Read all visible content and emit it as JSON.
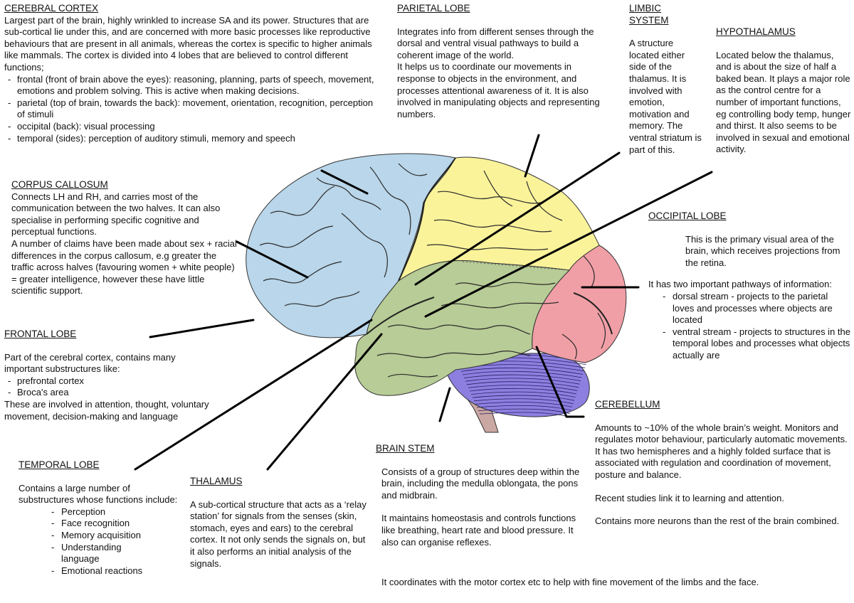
{
  "colors": {
    "frontal": "#b9d6ea",
    "parietal": "#fbf39a",
    "temporal": "#b7cc96",
    "occipital": "#f19fa6",
    "cerebellum": "#8c7fe0",
    "brainstem": "#c9a7a3",
    "sulcus": "#2b2b2b",
    "pointer": "#000000"
  },
  "cerebral_cortex": {
    "title": "CEREBRAL CORTEX",
    "paragraph": "Largest part of the brain, highly wrinkled to increase SA and its power. Structures that are sub-cortical lie under this, and are concerned with more basic processes like reproductive behaviours that are present in all animals, whereas the cortex is specific to higher animals like mammals. The cortex is divided into 4 lobes that are believed to control different functions;",
    "items": [
      "frontal (front of brain above the eyes): reasoning, planning, parts of speech, movement, emotions and problem solving. This is active when making decisions.",
      "parietal (top of brain, towards the back): movement, orientation, recognition, perception of stimuli",
      "occipital (back): visual processing",
      "temporal (sides): perception of auditory stimuli, memory and speech"
    ]
  },
  "parietal_lobe": {
    "title": "PARIETAL LOBE",
    "p1": "Integrates info from different senses through the dorsal and ventral visual pathways to build a coherent image of the world.",
    "p2": "It helps us to coordinate our movements in response to objects in the environment, and processes attentional awareness of it. It is also involved in manipulating objects and representing numbers."
  },
  "limbic_system": {
    "title_line1": "LIMBIC",
    "title_line2": "SYSTEM",
    "text": "A structure located either side of the thalamus. It is involved with emotion, motivation and memory. The ventral striatum is part of this."
  },
  "hypothalamus": {
    "title": "HYPOTHALAMUS",
    "text": "Located below the thalamus, and is about the size of half a baked bean. It plays a major role as the control centre for a number of important functions, eg controlling body temp, hunger and thirst. It also seems to be involved in sexual and emotional activity."
  },
  "corpus_callosum": {
    "title": "CORPUS CALLOSUM",
    "p1": "Connects LH and RH, and carries most of the communication between the two halves. It can also specialise in performing specific cognitive and perceptual functions.",
    "p2": "A number of claims have been made about sex + racial differences in the corpus callosum, e.g greater the traffic across halves (favouring women + white people) = greater intelligence, however these have little scientific support."
  },
  "occipital_lobe": {
    "title": "OCCIPITAL LOBE",
    "p1": "This is the primary visual area of the brain, which receives projections from the retina.",
    "p2": "It has two important pathways of information:",
    "items": [
      "dorsal stream - projects to the parietal loves and processes where objects are located",
      "ventral stream - projects to structures in the temporal lobes and processes what objects actually are"
    ]
  },
  "frontal_lobe": {
    "title": "FRONTAL LOBE",
    "p1": "Part of the cerebral cortex, contains many important substructures like:",
    "items": [
      "prefrontal cortex",
      "Broca's area"
    ],
    "p2": "These are involved in attention, thought, voluntary movement, decision-making and language"
  },
  "temporal_lobe": {
    "title": "TEMPORAL LOBE",
    "p1": "Contains a large number of substructures whose functions include:",
    "items": [
      "Perception",
      "Face recognition",
      "Memory acquisition",
      "Understanding language",
      "Emotional reactions"
    ]
  },
  "thalamus": {
    "title": "THALAMUS",
    "text": "A sub-cortical structure that acts as a ‘relay station’ for signals from the senses (skin, stomach, eyes and ears) to the cerebral cortex. It not only sends the signals on, but it also performs an initial analysis of the signals."
  },
  "brain_stem": {
    "title": "BRAIN STEM",
    "p1": "Consists of a group of structures deep within the brain, including the medulla oblongata, the pons and midbrain.",
    "p2": "It maintains homeostasis and controls functions like breathing, heart rate and blood pressure. It also can organise reflexes."
  },
  "cerebellum": {
    "title": "CEREBELLUM",
    "p1": "Amounts to ~10% of the whole brain’s weight. Monitors and regulates motor behaviour, particularly automatic movements. It has two hemispheres and a highly folded surface that is associated with regulation and coordination of movement, posture and balance.",
    "p2": "Recent studies link it to learning and attention.",
    "p3": "Contains more neurons than the rest of the brain combined."
  },
  "footer_note": "It coordinates with the motor cortex etc to help with fine movement of the limbs and the face."
}
